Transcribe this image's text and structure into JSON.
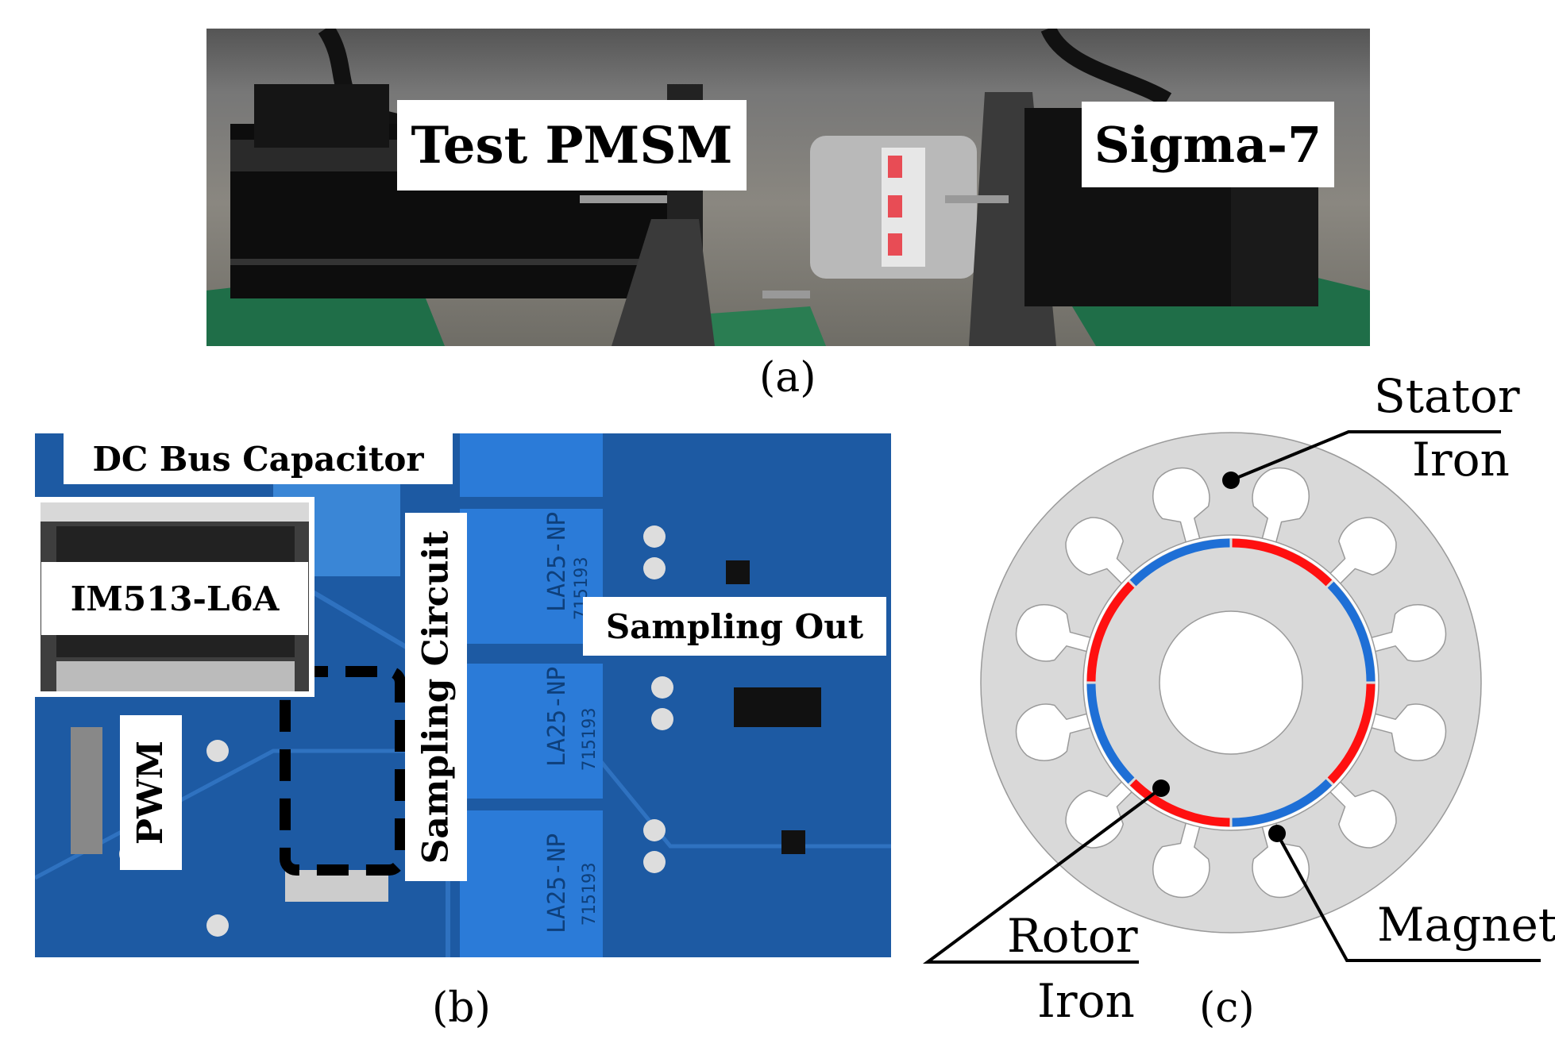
{
  "panel_a": {
    "caption": "(a)",
    "labels": {
      "test_pmsm": "Test PMSM",
      "sigma7": "Sigma-7"
    }
  },
  "panel_b": {
    "caption": "(b)",
    "labels": {
      "dc_bus": "DC Bus Capacitor",
      "im513": "IM513-L6A",
      "pwm": "PWM",
      "sampling_circuit": "Sampling Circuit",
      "sampling_out": "Sampling Out"
    },
    "sensor_print": "LA25-NP",
    "sensor_lot": "715193"
  },
  "panel_c": {
    "caption": "(c)",
    "labels": {
      "stator_1": "Stator",
      "stator_2": "Iron",
      "rotor_1": "Rotor",
      "rotor_2": "Iron",
      "magnet": "Magnet"
    },
    "colors": {
      "iron": "#d9d9d9",
      "magnet_red": "#ff1010",
      "magnet_blue": "#1e6fd6"
    },
    "slot_count": 12,
    "pole_count": 8
  }
}
